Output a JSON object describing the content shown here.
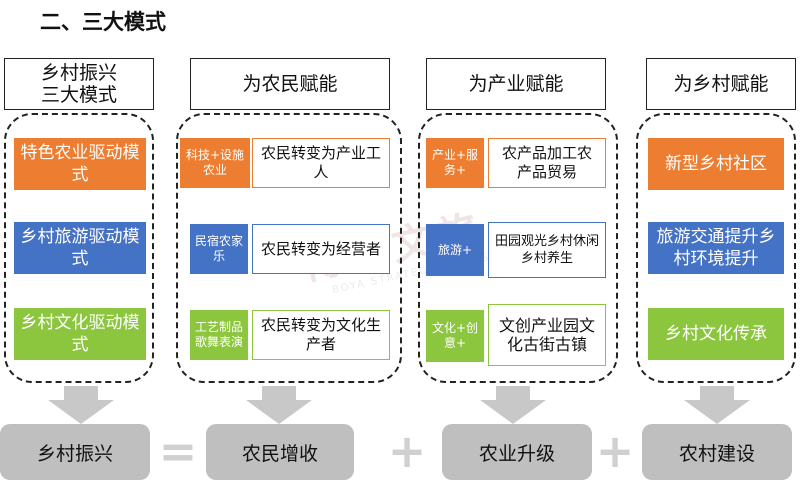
{
  "title": "二、三大模式",
  "watermark": {
    "text": "博雅文旅",
    "subtext": "BOYA STRATEGY TOURISM GROUP"
  },
  "columns": [
    {
      "header": [
        "乡村振兴",
        "三大模式"
      ],
      "items": [
        "特色农业驱动模式",
        "乡村旅游驱动模式",
        "乡村文化驱动模式"
      ]
    },
    {
      "header": [
        "为农民赋能"
      ],
      "items": [
        {
          "label": "科技+设施农业",
          "text": "农民转变为产业工人"
        },
        {
          "label": "民宿农家乐",
          "text": "农民转变为经营者"
        },
        {
          "label": "工艺制品歌舞表演",
          "text": "农民转变为文化生产者"
        }
      ]
    },
    {
      "header": [
        "为产业赋能"
      ],
      "items": [
        {
          "label": "产业+服务+",
          "text": "农产品加工农产品贸易"
        },
        {
          "label": "旅游+",
          "text": "田园观光乡村休闲乡村养生"
        },
        {
          "label": "文化+创意+",
          "text": "文创产业园文化古街古镇"
        }
      ]
    },
    {
      "header": [
        "为乡村赋能"
      ],
      "items": [
        "新型乡村社区",
        "旅游交通提升乡村环境提升",
        "乡村文化传承"
      ]
    }
  ],
  "bottom": {
    "items": [
      "乡村振兴",
      "农民增收",
      "农业升级",
      "农村建设"
    ],
    "operators": [
      "=",
      "+",
      "+"
    ]
  },
  "colors": {
    "orange": "#ED7D31",
    "blue": "#4472C4",
    "green": "#8CC63F",
    "gray": "#BFBFBF"
  }
}
